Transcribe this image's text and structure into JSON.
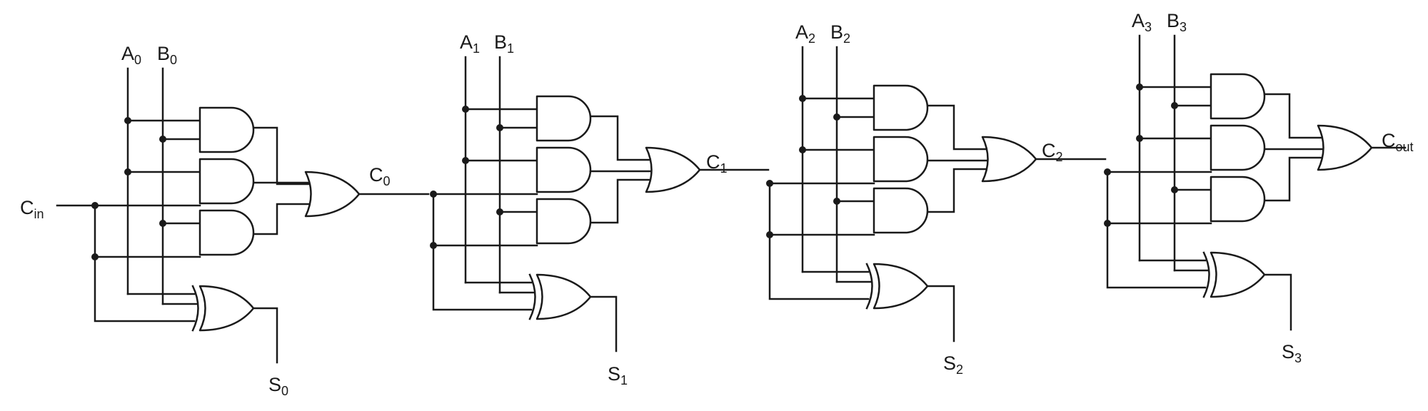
{
  "labels": {
    "cin": {
      "base": "C",
      "sub": "in"
    },
    "cout": {
      "base": "C",
      "sub": "out"
    }
  },
  "stages": [
    {
      "a": {
        "base": "A",
        "sub": "0"
      },
      "b": {
        "base": "B",
        "sub": "0"
      },
      "s": {
        "base": "S",
        "sub": "0"
      },
      "c": {
        "base": "C",
        "sub": "0"
      }
    },
    {
      "a": {
        "base": "A",
        "sub": "1"
      },
      "b": {
        "base": "B",
        "sub": "1"
      },
      "s": {
        "base": "S",
        "sub": "1"
      },
      "c": {
        "base": "C",
        "sub": "1"
      }
    },
    {
      "a": {
        "base": "A",
        "sub": "2"
      },
      "b": {
        "base": "B",
        "sub": "2"
      },
      "s": {
        "base": "S",
        "sub": "2"
      },
      "c": {
        "base": "C",
        "sub": "2"
      }
    },
    {
      "a": {
        "base": "A",
        "sub": "3"
      },
      "b": {
        "base": "B",
        "sub": "3"
      },
      "s": {
        "base": "S",
        "sub": "3"
      },
      "c": null
    }
  ]
}
